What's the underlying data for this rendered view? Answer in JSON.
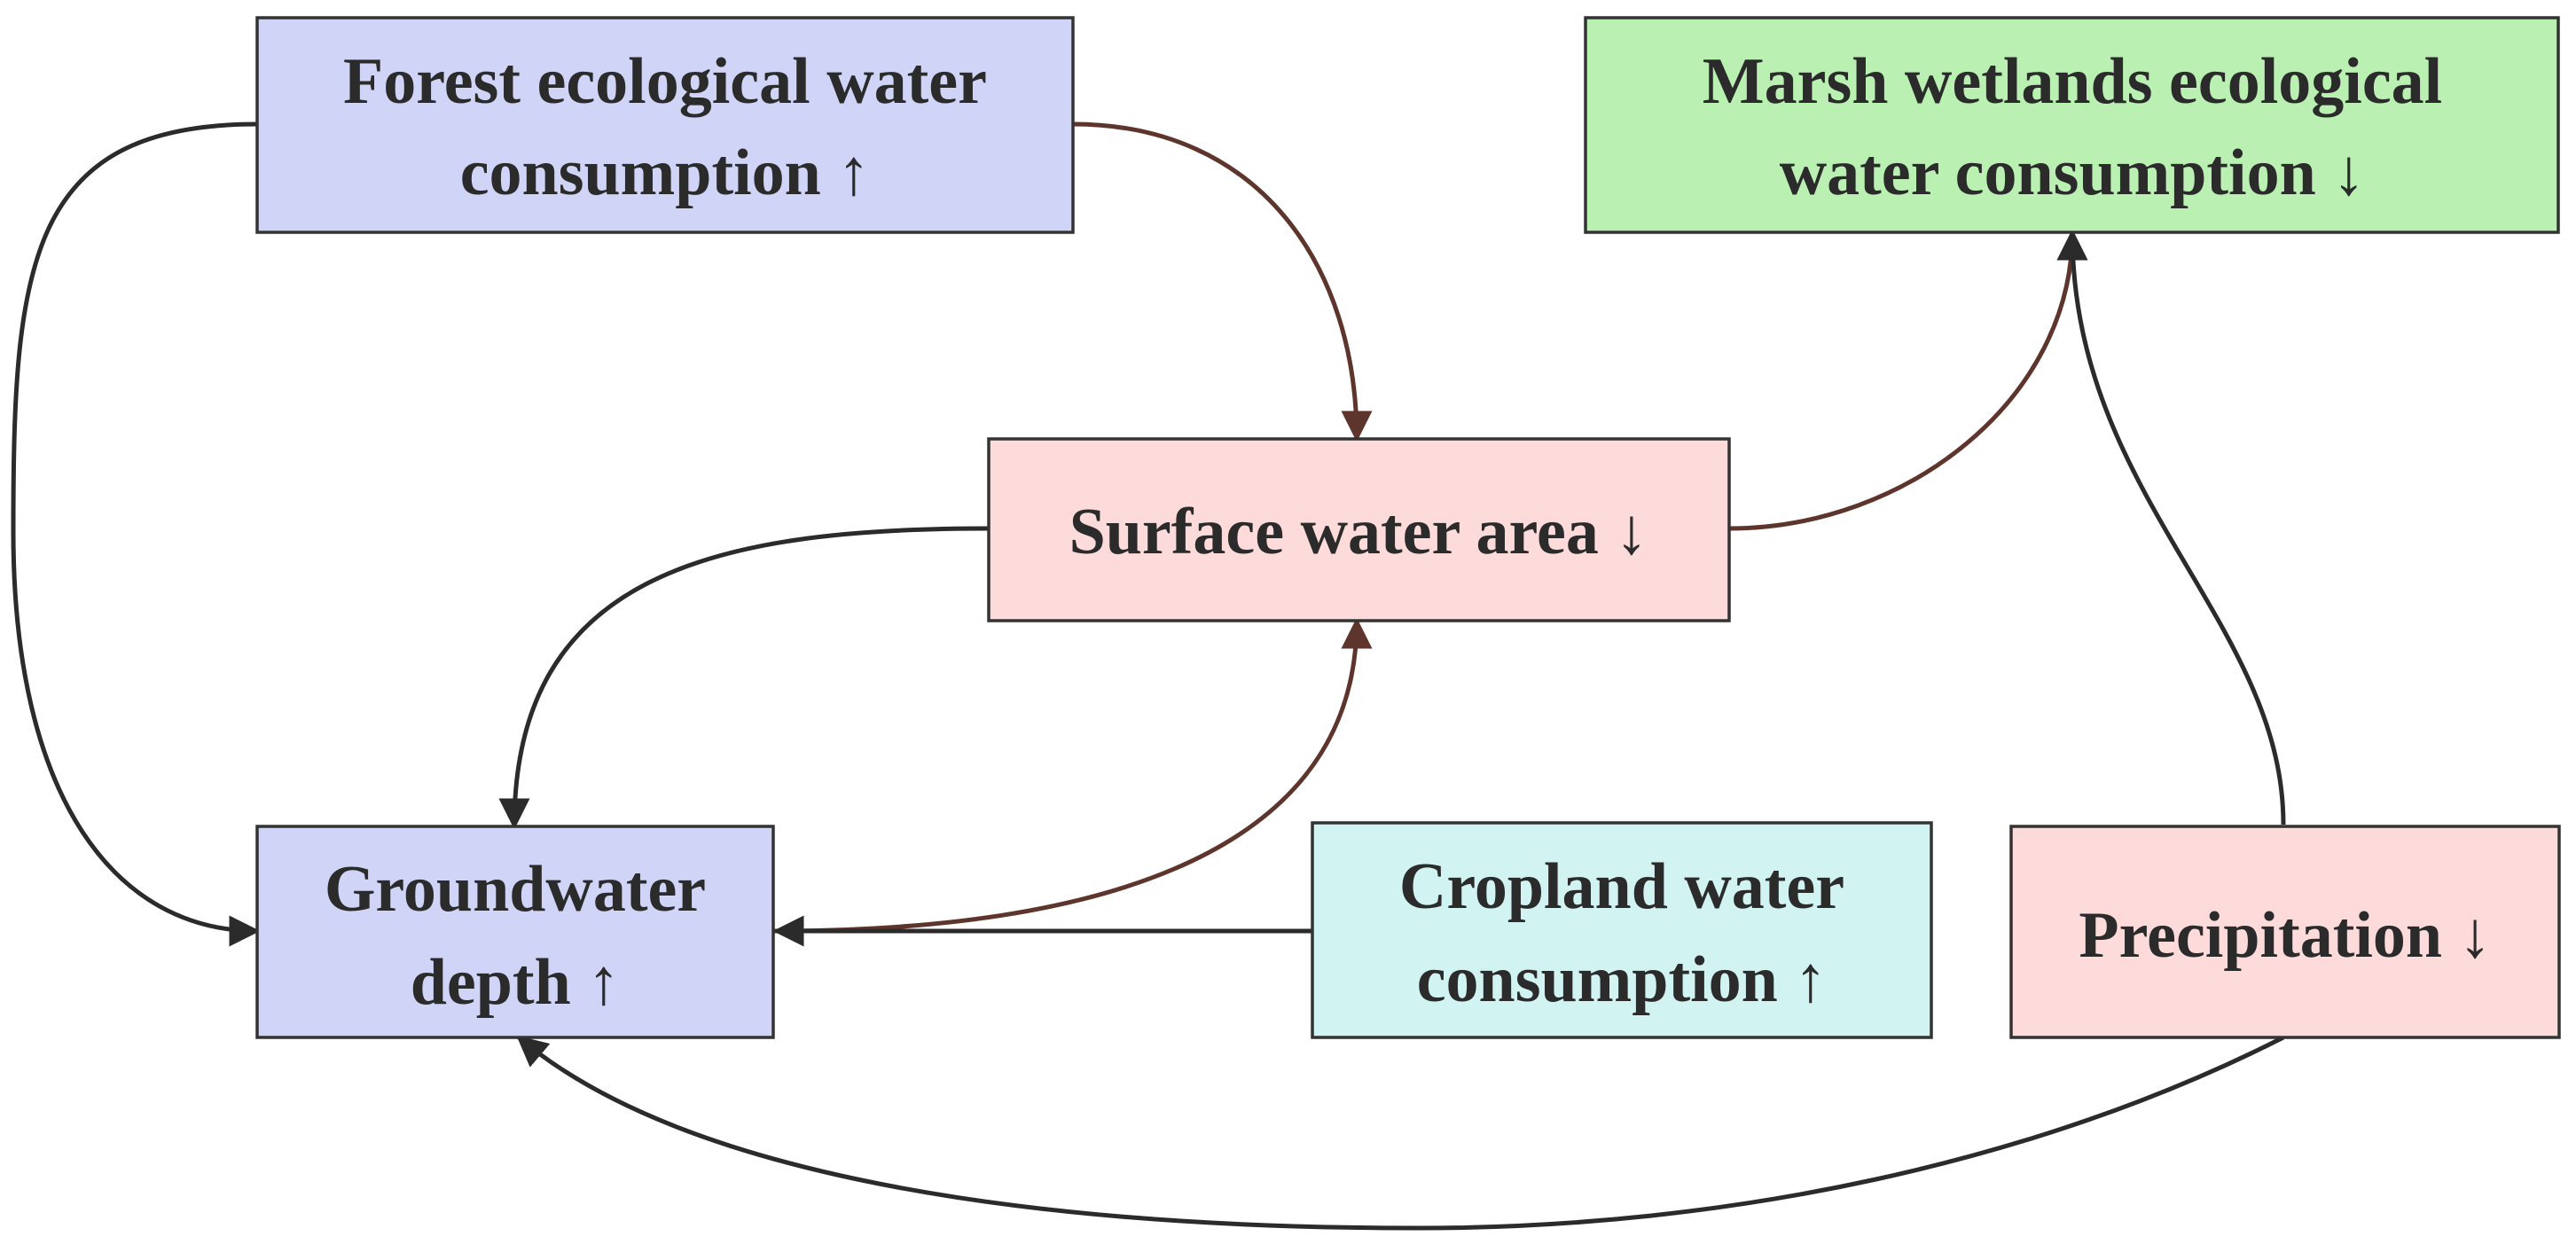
{
  "colors": {
    "blue_fill": "#d0d5f7",
    "pink_fill": "#fddbdb",
    "green_fill": "#baf1b3",
    "cyan_fill": "#d1f3f2",
    "dark_edge": "#2b2b2b",
    "brown_edge": "#5e352c"
  },
  "nodes": {
    "forest": {
      "line1": "Forest ecological water",
      "line2": "consumption ↑"
    },
    "marsh": {
      "line1": "Marsh wetlands ecological",
      "line2": "water consumption ↓"
    },
    "surface": {
      "line1": "Surface water area ↓"
    },
    "groundwater": {
      "line1": "Groundwater",
      "line2": "depth ↑"
    },
    "cropland": {
      "line1": "Cropland water",
      "line2": "consumption ↑"
    },
    "precipitation": {
      "line1": "Precipitation ↓"
    }
  },
  "edges": [
    {
      "from": "forest",
      "to": "groundwater",
      "color": "dark"
    },
    {
      "from": "forest",
      "to": "surface",
      "color": "brown"
    },
    {
      "from": "surface",
      "to": "marsh",
      "color": "brown"
    },
    {
      "from": "precipitation",
      "to": "marsh",
      "color": "dark"
    },
    {
      "from": "surface",
      "to": "groundwater",
      "color": "dark"
    },
    {
      "from": "groundwater",
      "to": "surface",
      "color": "brown"
    },
    {
      "from": "cropland",
      "to": "groundwater",
      "color": "dark"
    },
    {
      "from": "precipitation",
      "to": "groundwater",
      "color": "dark"
    }
  ]
}
